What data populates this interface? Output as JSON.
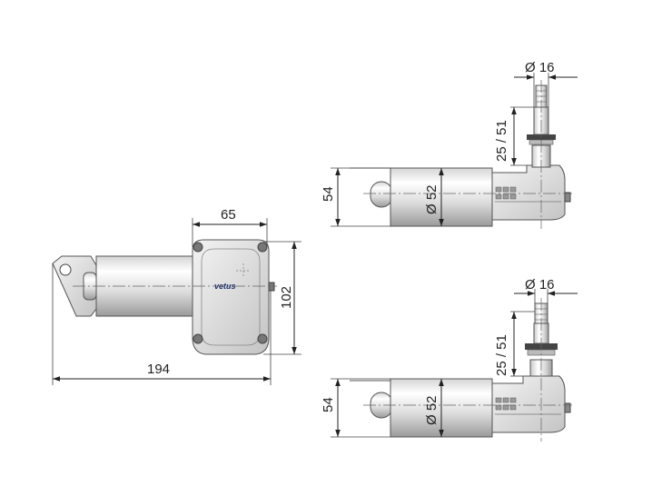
{
  "drawing": {
    "brand_label": "vetus",
    "top_view": {
      "width_label": "65",
      "height_label": "102",
      "length_label": "194"
    },
    "side_view_upper": {
      "shaft_dia_label": "Ø 16",
      "shaft_len_label": "25 / 51",
      "body_dia_label": "Ø 52",
      "height_label": "54"
    },
    "side_view_lower": {
      "shaft_dia_label": "Ø 16",
      "shaft_len_label": "25 / 51",
      "body_dia_label": "Ø 52",
      "height_label": "54"
    }
  }
}
